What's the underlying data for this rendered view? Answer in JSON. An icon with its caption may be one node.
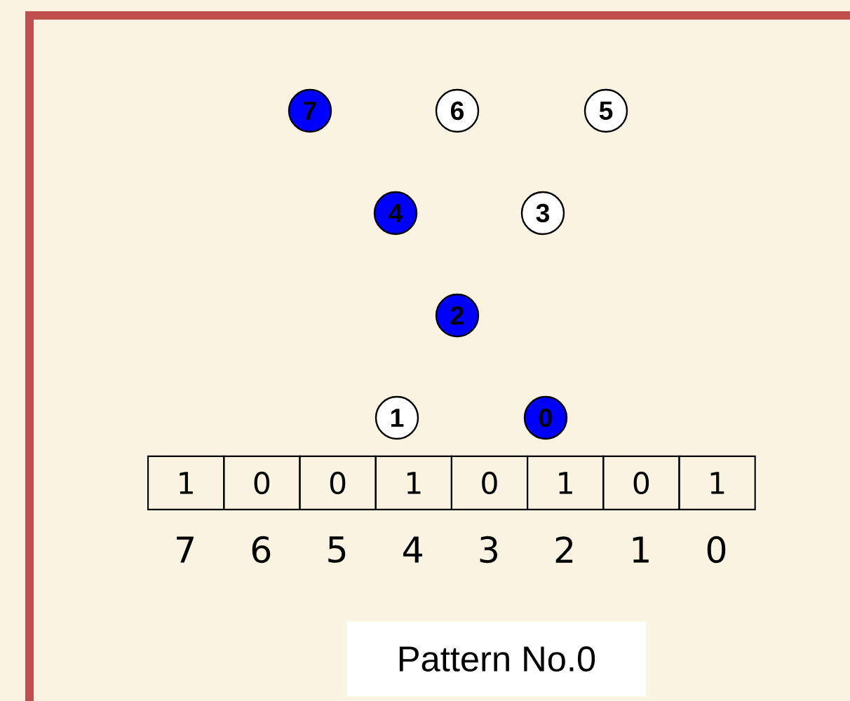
{
  "diagram": {
    "nodes": [
      {
        "text": [
          "7"
        ]
      },
      {
        "text": [
          "6"
        ]
      },
      {
        "text": [
          "5"
        ]
      },
      {
        "text": [
          "4"
        ]
      },
      {
        "text": [
          "3"
        ]
      },
      {
        "text": [
          "2"
        ]
      },
      {
        "text": [
          "1"
        ]
      },
      {
        "text": [
          "0"
        ]
      },
      {
        "text": [
          "1"
        ]
      },
      {
        "text": [
          "0"
        ]
      },
      {
        "text": [
          "0"
        ]
      },
      {
        "text": [
          "1"
        ]
      },
      {
        "text": [
          "0"
        ]
      },
      {
        "text": [
          "1"
        ]
      },
      {
        "text": [
          "0"
        ]
      },
      {
        "text": [
          "1"
        ]
      },
      {
        "text": [
          "Pattern No.0"
        ]
      }
    ],
    "labels": [
      "7",
      "6",
      "5",
      "4",
      "3",
      "2",
      "1",
      "0"
    ]
  }
}
